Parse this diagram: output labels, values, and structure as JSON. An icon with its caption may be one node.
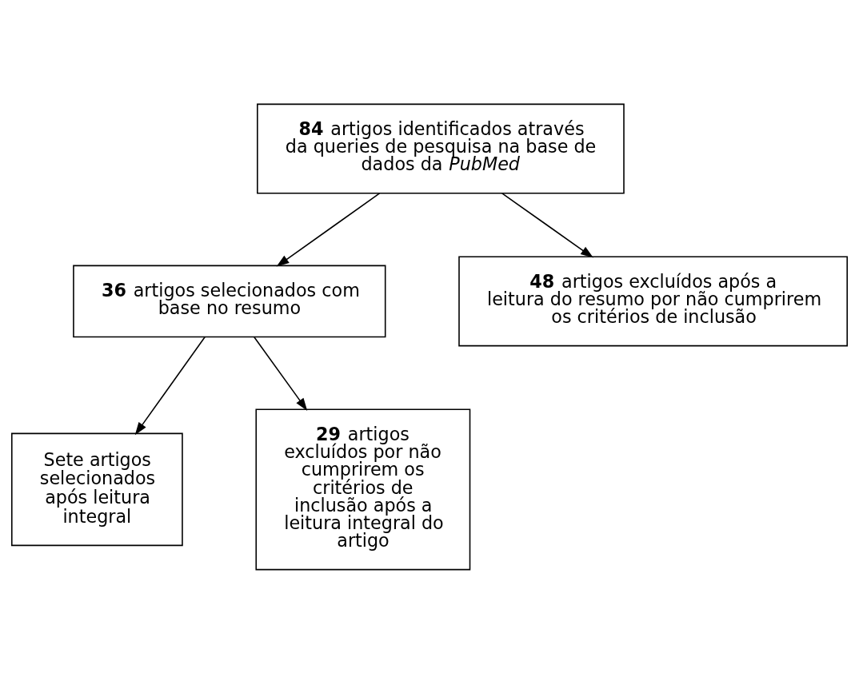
{
  "diagram": {
    "nodes": [
      {
        "text": [
          "**84** artigos identificados através da queries de pesquisa na base de dados da *PubMed*"
        ]
      },
      {
        "text": [
          "**36** artigos selecionados com base no resumo"
        ]
      },
      {
        "text": [
          "**48** artigos excluídos após a leitura do resumo por não cumprirem os critérios de inclusão"
        ]
      },
      {
        "text": [
          "Sete artigos selecionados após leitura integral"
        ]
      },
      {
        "text": [
          "**29** artigos excluídos por não cumprirem os critérios de inclusão após a leitura integral do artigo"
        ]
      }
    ],
    "edges": [
      {
        "from": 0,
        "to": 1,
        "arrow": "to"
      },
      {
        "from": 0,
        "to": 2,
        "arrow": "to"
      },
      {
        "from": 1,
        "to": 3,
        "arrow": "to"
      },
      {
        "from": 1,
        "to": 4,
        "arrow": "to"
      }
    ]
  }
}
